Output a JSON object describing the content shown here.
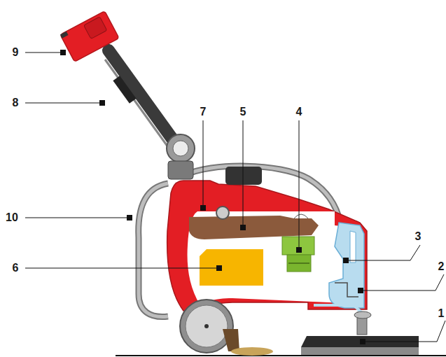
{
  "diagram": {
    "labels": [
      "9",
      "8",
      "7",
      "5",
      "4",
      "3",
      "10",
      "6",
      "2",
      "1"
    ]
  }
}
